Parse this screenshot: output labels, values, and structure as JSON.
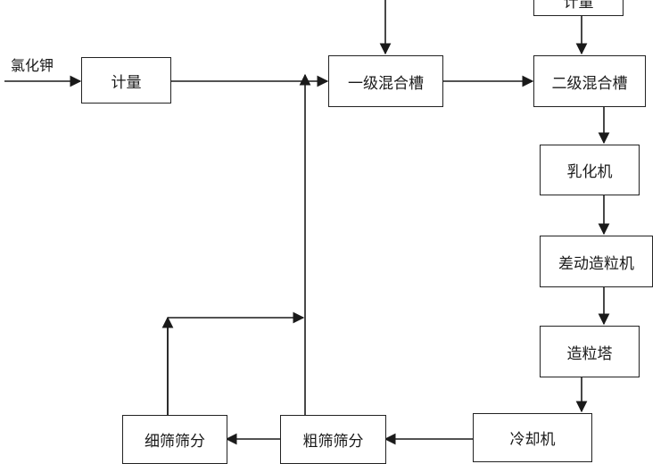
{
  "diagram": {
    "input_label": "氯化钾",
    "nodes": {
      "meter_top": "计量",
      "meter_left": "计量",
      "mix1": "一级混合槽",
      "mix2": "二级混合槽",
      "emulsifier": "乳化机",
      "granulator": "差动造粒机",
      "tower": "造粒塔",
      "cooler": "冷却机",
      "coarse": "粗筛筛分",
      "fine": "细筛筛分"
    }
  }
}
